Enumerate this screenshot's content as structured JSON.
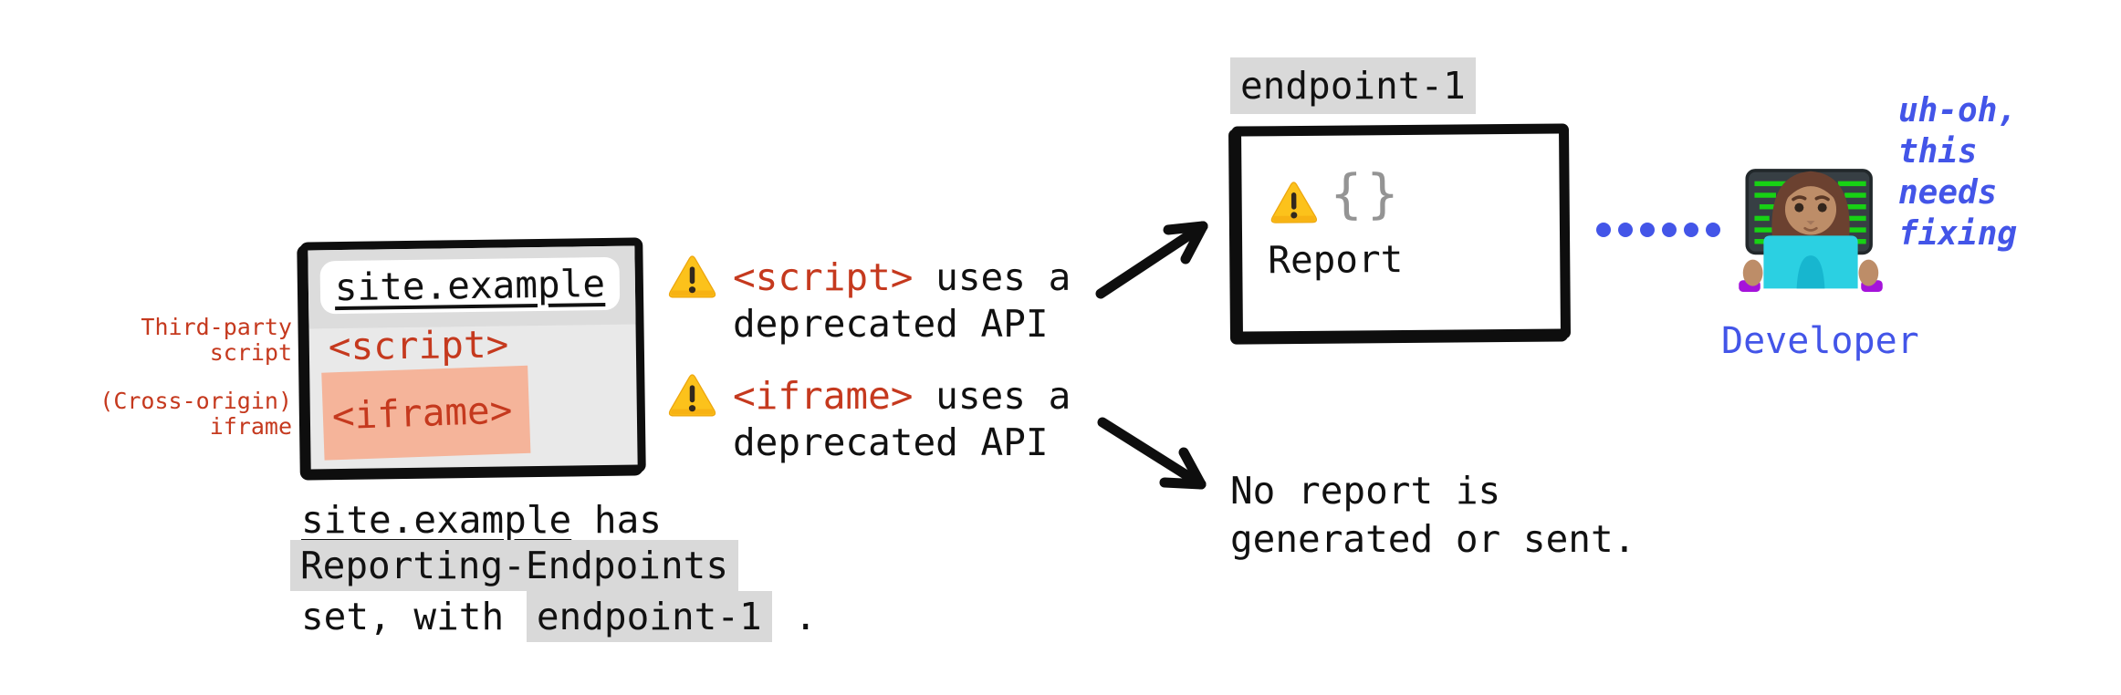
{
  "browser": {
    "address": "site.example",
    "tag_script": "<script>",
    "tag_iframe": "<iframe>",
    "label_script": "Third-party\nscript",
    "label_iframe": "(Cross-origin)\niframe"
  },
  "caption": {
    "site": "site.example",
    "has": " has",
    "line2": "Reporting-Endpoints",
    "line3_pre": "set, with ",
    "line3_token": "endpoint-1",
    "line3_dot": " ."
  },
  "warnings": [
    {
      "icon": "warning-triangle",
      "token": "<script>",
      "rest": " uses a\ndeprecated API"
    },
    {
      "icon": "warning-triangle",
      "token": "<iframe>",
      "rest": " uses a\ndeprecated API"
    }
  ],
  "endpoint": {
    "label": "endpoint-1",
    "braces": "{}",
    "report": "Report"
  },
  "no_report": {
    "text": "No report is\ngenerated or sent."
  },
  "developer": {
    "speech": "uh-oh,\nthis\nneeds\nfixing",
    "label": "Developer"
  },
  "colors": {
    "red": "#c5391e",
    "blue": "#4355e8",
    "highlight_gray": "#d9d9d9",
    "window_body": "#e9e9e9",
    "window_topbar": "#dcdcdc",
    "iframe_salmon": "#f5b49a",
    "braces_gray": "#949494",
    "warning_yellow": "#fcc21b",
    "ink": "#0e0e0e"
  }
}
